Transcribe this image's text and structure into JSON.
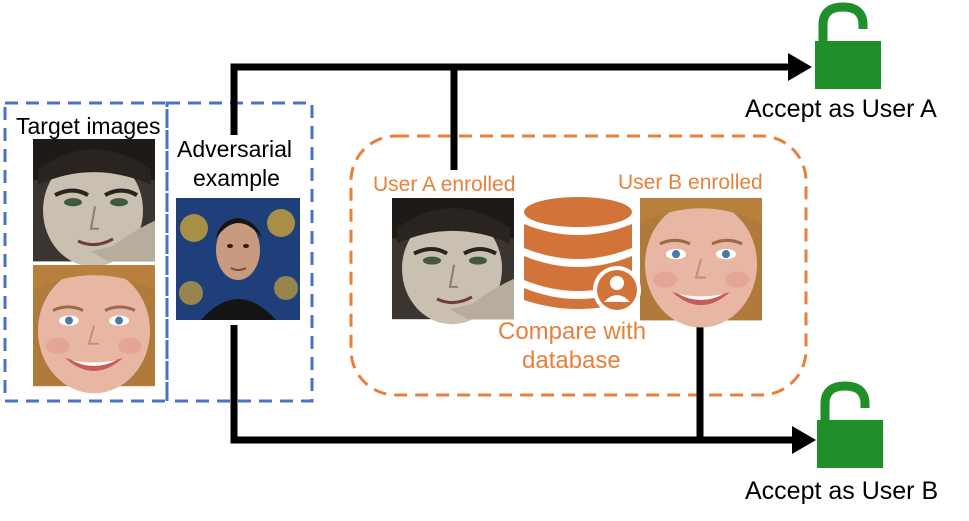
{
  "labels": {
    "target_images": "Target images",
    "adversarial_line1": "Adversarial",
    "adversarial_line2": "example",
    "user_a_enrolled": "User A enrolled",
    "user_b_enrolled": "User B enrolled",
    "compare_line1": "Compare with",
    "compare_line2": "database",
    "accept_a": "Accept as User A",
    "accept_b": "Accept  as User B"
  },
  "colors": {
    "blue_dashed": "#4a72c4",
    "orange_dashed": "#e8803a",
    "database": "#d2743a",
    "lock": "#1f8f2a",
    "arrow": "#000000"
  },
  "icons": {
    "lock_a": "unlocked-padlock-icon",
    "lock_b": "unlocked-padlock-icon",
    "database": "database-user-icon"
  }
}
